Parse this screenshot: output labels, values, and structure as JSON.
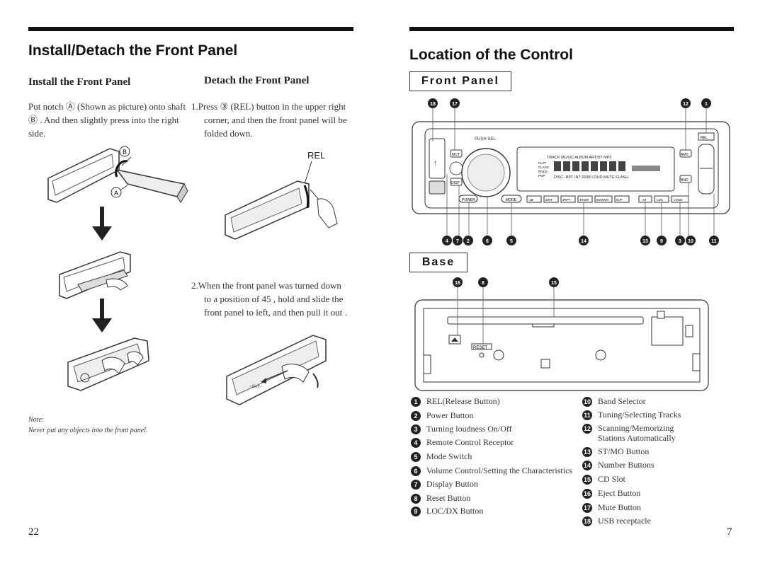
{
  "left": {
    "title": "Install/Detach the Front Panel",
    "install": {
      "heading": "Install the Front Panel",
      "lines": [
        "Put notch Ⓐ (Shown as picture) onto shaft",
        "Ⓑ . And then slightly press into the right",
        "side."
      ],
      "label_b": "B",
      "label_a": "A"
    },
    "detach": {
      "heading": "Detach the Front Panel",
      "step1_lines": [
        "1.Press ③ (REL) button in the upper right",
        "corner, and then the front panel will be",
        "folded down."
      ],
      "rel_label": "REL",
      "step2_lines": [
        "2.When the front panel was turned down",
        "to a position of 45  , hold and slide the",
        "front panel to left, and then pull it out ."
      ]
    },
    "note_label": "Note:",
    "note_text": "Never put any objects into the front panel.",
    "page_number": "22"
  },
  "right": {
    "title": "Location of the Control",
    "front_panel_label": "Front Panel",
    "base_label": "Base",
    "panel_texts": {
      "push_sel": "PUSH SEL",
      "rel": "REL",
      "mut": "MUT",
      "disp": "DISP",
      "ams": "AMS",
      "bnd": "BND",
      "power": "POWER",
      "mode": "MODE",
      "display_top": "TRACK MUSIC ALBUM ARTIST MP3",
      "display_bottom": "DISC- RPT INT RDM LOUD MUTE FLASH",
      "eq_flat": "FLAT",
      "eq_class": "CLASS",
      "eq_rock": "ROCK",
      "eq_pop": "POP",
      "buttons": [
        "1►",
        "2INT",
        "3RPT",
        "4RDM",
        "5DOWN",
        "6UP",
        "ST",
        "LOC",
        "LOUD"
      ],
      "reset": "RESET"
    },
    "top_callouts": [
      "18",
      "17",
      "12",
      "1"
    ],
    "bottom_callouts": [
      "4",
      "7",
      "2",
      "6",
      "5",
      "14",
      "13",
      "9",
      "3",
      "10",
      "11"
    ],
    "base_callouts": [
      "16",
      "8",
      "15"
    ],
    "legend_left": [
      {
        "n": "1",
        "text": "REL(Release Button)"
      },
      {
        "n": "2",
        "text": "Power Button"
      },
      {
        "n": "3",
        "text": "Turning loudness On/Off"
      },
      {
        "n": "4",
        "text": "Remote Control Receptor"
      },
      {
        "n": "5",
        "text": "Mode Switch"
      },
      {
        "n": "6",
        "text": "Volume Control/Setting  the Characteristics"
      },
      {
        "n": "7",
        "text": "Display Button"
      },
      {
        "n": "8",
        "text": "Reset Button"
      },
      {
        "n": "9",
        "text": "LOC/DX Button"
      }
    ],
    "legend_right": [
      {
        "n": "10",
        "text": "Band Selector"
      },
      {
        "n": "11",
        "text": "Tuning/Selecting Tracks"
      },
      {
        "n": "12",
        "text": "Scanning/Memorizing",
        "text2": "Stations Automatically"
      },
      {
        "n": "13",
        "text": "ST/MO Button"
      },
      {
        "n": "14",
        "text": "Number Buttons"
      },
      {
        "n": "15",
        "text": "CD Slot"
      },
      {
        "n": "16",
        "text": "Eject Button"
      },
      {
        "n": "17",
        "text": "Mute Button"
      },
      {
        "n": "18",
        "text": "USB receptacle"
      }
    ],
    "page_number": "7"
  }
}
